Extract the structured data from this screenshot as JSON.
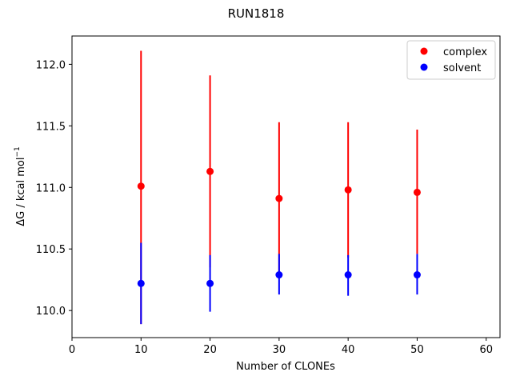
{
  "chart_data": {
    "type": "scatter",
    "title": "RUN1818",
    "xlabel": "Number of CLONEs",
    "ylabel": "ΔG / kcal mol",
    "ylabel_superscript": "−1",
    "xlim": [
      0,
      62
    ],
    "ylim": [
      109.78,
      112.23
    ],
    "xticks": [
      0,
      10,
      20,
      30,
      40,
      50,
      60
    ],
    "yticks": [
      110.0,
      110.5,
      111.0,
      111.5,
      112.0
    ],
    "ytick_labels": [
      "110.0",
      "110.5",
      "111.0",
      "111.5",
      "112.0"
    ],
    "grid": false,
    "legend_position": "top-right",
    "series": [
      {
        "name": "complex",
        "color": "#ff0000",
        "x": [
          10,
          20,
          30,
          40,
          50
        ],
        "y": [
          111.01,
          111.13,
          110.91,
          110.98,
          110.96
        ],
        "yerr_low": [
          109.89,
          110.35,
          110.29,
          110.43,
          110.46
        ],
        "yerr_high": [
          112.11,
          111.91,
          111.53,
          111.53,
          111.47
        ]
      },
      {
        "name": "solvent",
        "color": "#0000ff",
        "x": [
          10,
          20,
          30,
          40,
          50
        ],
        "y": [
          110.22,
          110.22,
          110.29,
          110.29,
          110.29
        ],
        "yerr_low": [
          109.89,
          109.99,
          110.13,
          110.12,
          110.13
        ],
        "yerr_high": [
          110.55,
          110.45,
          110.46,
          110.45,
          110.46
        ]
      }
    ]
  }
}
